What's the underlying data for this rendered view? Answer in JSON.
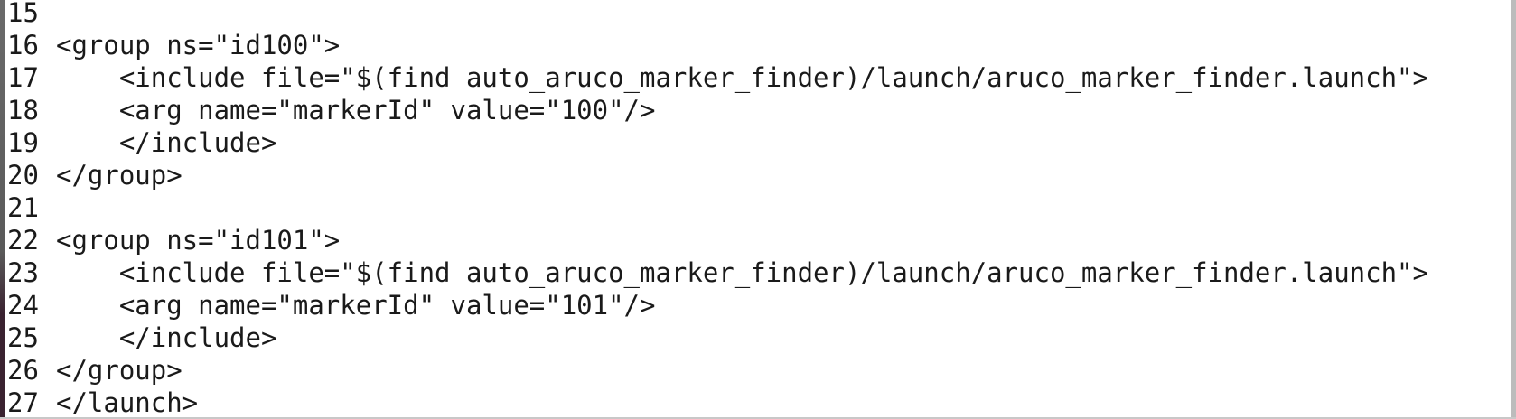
{
  "editor": {
    "lines": [
      {
        "number": "15",
        "text": ""
      },
      {
        "number": "16",
        "text": "<group ns=\"id100\">"
      },
      {
        "number": "17",
        "text": "    <include file=\"$(find auto_aruco_marker_finder)/launch/aruco_marker_finder.launch\">"
      },
      {
        "number": "18",
        "text": "    <arg name=\"markerId\" value=\"100\"/>"
      },
      {
        "number": "19",
        "text": "    </include>"
      },
      {
        "number": "20",
        "text": "</group>"
      },
      {
        "number": "21",
        "text": ""
      },
      {
        "number": "22",
        "text": "<group ns=\"id101\">"
      },
      {
        "number": "23",
        "text": "    <include file=\"$(find auto_aruco_marker_finder)/launch/aruco_marker_finder.launch\">"
      },
      {
        "number": "24",
        "text": "    <arg name=\"markerId\" value=\"101\"/>"
      },
      {
        "number": "25",
        "text": "    </include>"
      },
      {
        "number": "26",
        "text": "</group>"
      },
      {
        "number": "27",
        "text": "</launch>"
      }
    ]
  }
}
